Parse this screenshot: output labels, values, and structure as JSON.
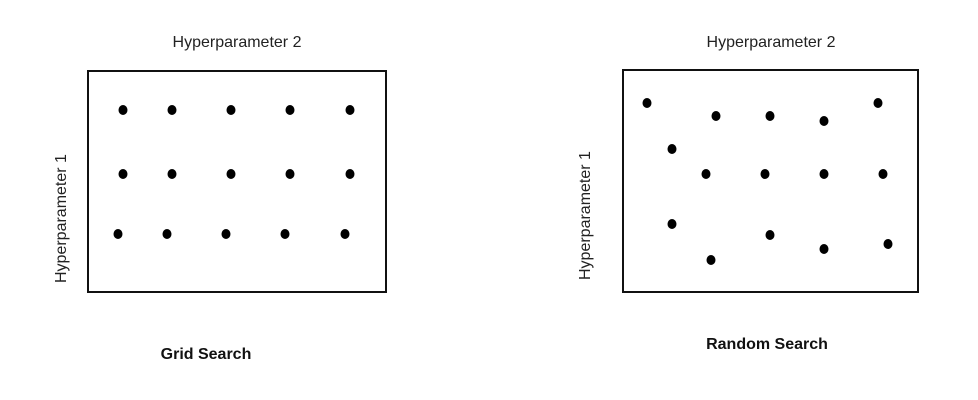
{
  "diagrams": [
    {
      "title": "Grid Search",
      "x_axis_label": "Hyperparameter 2",
      "y_axis_label": "Hyperparameter 1",
      "axis_range": [
        0,
        10
      ],
      "points": [
        [
          1.17,
          8.24
        ],
        [
          2.82,
          8.24
        ],
        [
          4.8,
          8.24
        ],
        [
          6.78,
          8.24
        ],
        [
          8.79,
          8.24
        ],
        [
          1.17,
          5.34
        ],
        [
          2.82,
          5.34
        ],
        [
          4.8,
          5.34
        ],
        [
          6.78,
          5.34
        ],
        [
          8.79,
          5.34
        ],
        [
          1.0,
          2.62
        ],
        [
          2.65,
          2.62
        ],
        [
          4.63,
          2.62
        ],
        [
          6.61,
          2.62
        ],
        [
          8.62,
          2.62
        ]
      ]
    },
    {
      "title": "Random Search",
      "x_axis_label": "Hyperparameter 2",
      "y_axis_label": "Hyperparameter 1",
      "axis_range": [
        0,
        10
      ],
      "points": [
        [
          0.81,
          8.51
        ],
        [
          3.15,
          7.93
        ],
        [
          4.98,
          7.93
        ],
        [
          6.81,
          7.7
        ],
        [
          8.64,
          8.51
        ],
        [
          1.66,
          6.44
        ],
        [
          2.81,
          5.32
        ],
        [
          4.81,
          5.32
        ],
        [
          6.81,
          5.32
        ],
        [
          8.81,
          5.32
        ],
        [
          1.66,
          3.06
        ],
        [
          4.98,
          2.57
        ],
        [
          2.98,
          1.44
        ],
        [
          6.81,
          1.94
        ],
        [
          8.98,
          2.16
        ]
      ]
    }
  ]
}
